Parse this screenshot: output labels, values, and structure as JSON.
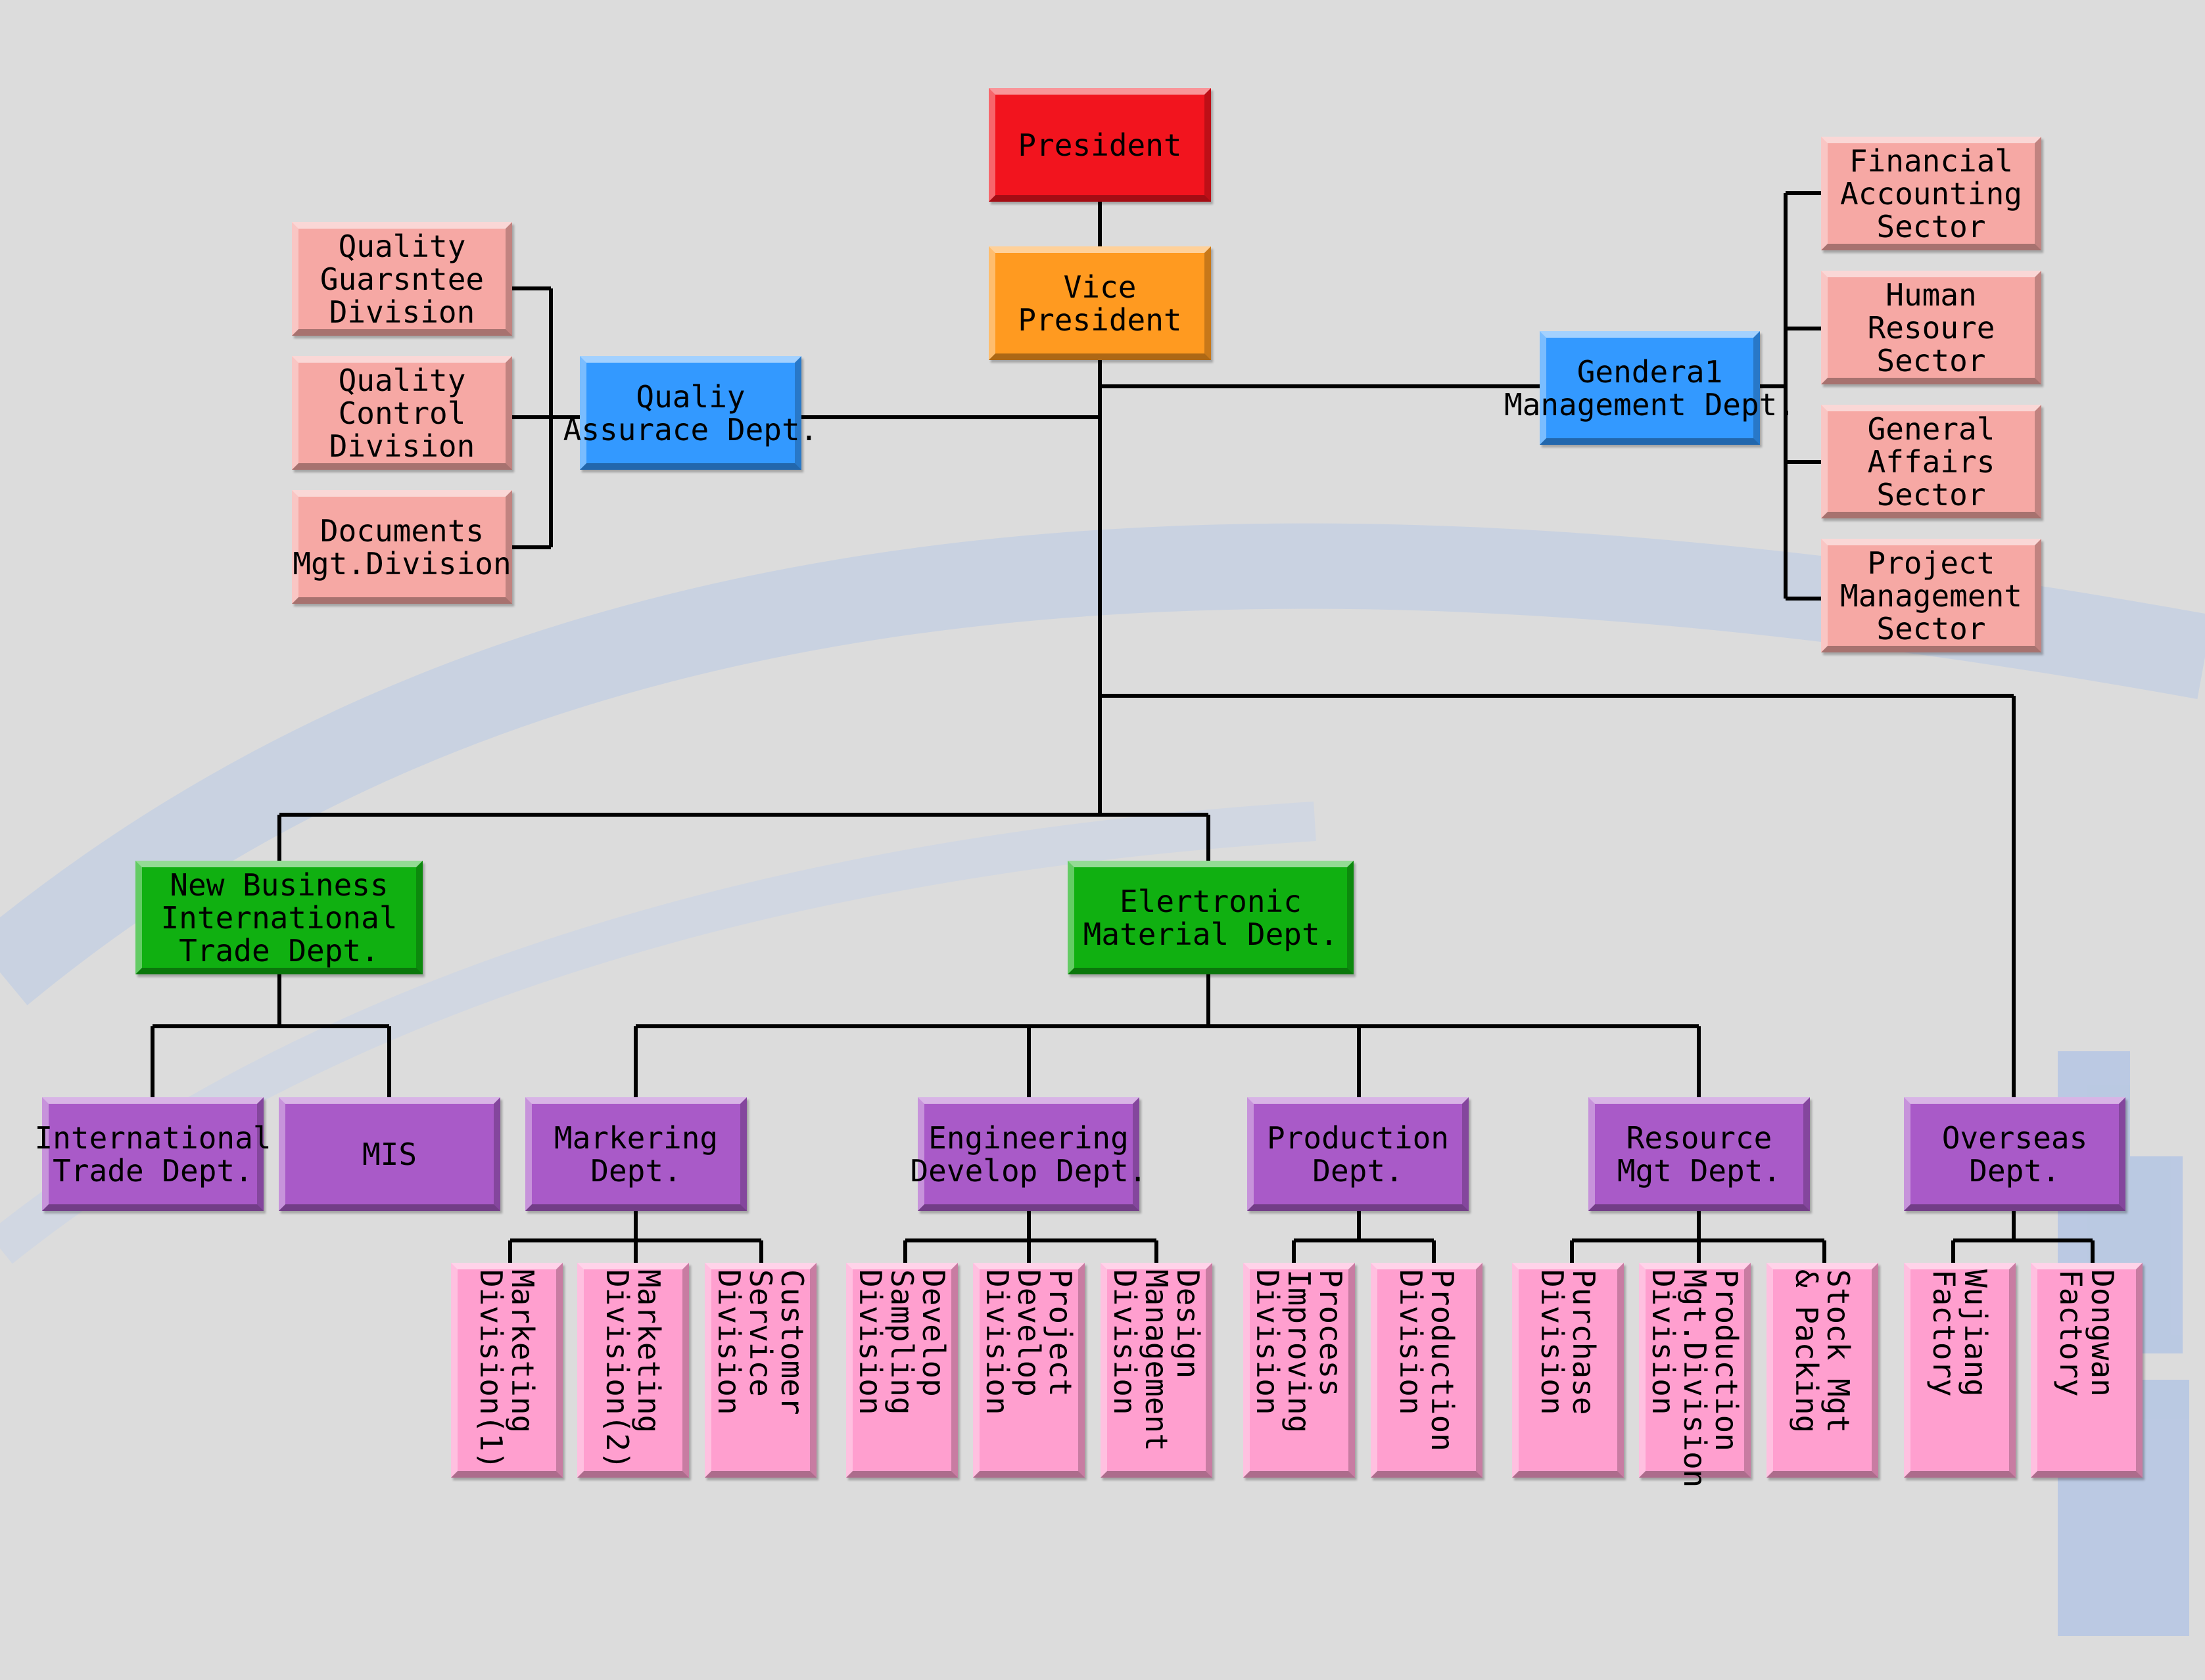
{
  "colors": {
    "president": "#f2141e",
    "vice_president": "#ff9a20",
    "department_blue": "#3399ff",
    "department_green": "#10b011",
    "department_purple": "#a95ac8",
    "sector_salmon": "#f6a8a4",
    "division_pink": "#ff9fcf",
    "connector": "#000000",
    "background": "#dcdcdc"
  },
  "nodes": {
    "president": "President",
    "vice_president": "Vice\nPresident",
    "quality_assurance": "Qualiy\nAssurace Dept.",
    "quality_guarantee": "Quality\nGuarsntee\nDivision",
    "quality_control": "Quality\nControl\nDivision",
    "documents_mgt": "Documents\nMgt.Division",
    "general_management": "Gendera1\nManagement Dept.",
    "financial_accounting": "Financial\nAccounting\nSector",
    "human_resource": "Human\nResoure\nSector",
    "general_affairs": "General\nAffairs\nSector",
    "project_management": "Project\nManagement\nSector",
    "new_business": "New Business\nInternational\nTrade Dept.",
    "electronic_material": "Elertronic\nMaterial Dept.",
    "international_trade": "International\nTrade Dept.",
    "mis": "MIS",
    "marketing_dept": "Markering\nDept.",
    "engineering_dept": "Engineering\nDevelop Dept.",
    "production_dept": "Production\nDept.",
    "resource_dept": "Resource\nMgt Dept.",
    "overseas_dept": "Overseas\nDept.",
    "marketing_div_1": "Marketing\nDivision(1)",
    "marketing_div_2": "Marketing\nDivision(2)",
    "customer_service": "Customer\nService\nDivision",
    "develop_sampling": "Develop\nSampling\nDivision",
    "project_develop": "Project\nDevelop\nDivision",
    "design_management": "Design\nManagement\nDivision",
    "process_improving": "Process\nImproving\nDivision",
    "production_division": "Production\nDivision",
    "purchase_division": "Purchase\nDivision",
    "production_mgt_division": "Production\nMgt.Division\nDivision",
    "stock_mgt": "Stock Mgt\n& Packing",
    "wujiang_factory": "Wujiang\nFactory",
    "dongwan_factory": "Dongwan\nFactory"
  }
}
